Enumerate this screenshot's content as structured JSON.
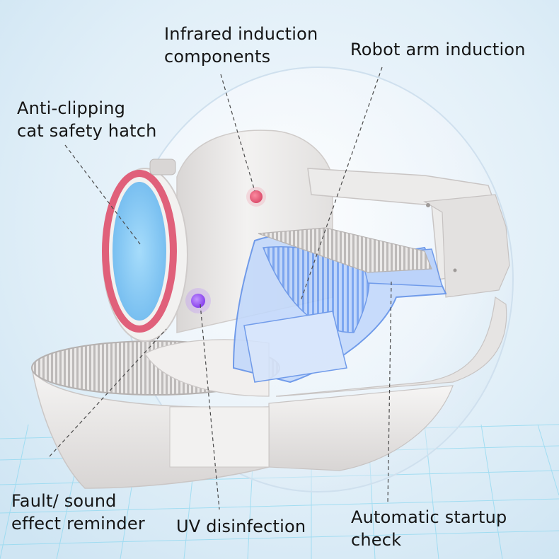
{
  "labels": {
    "infrared": {
      "line1": "Infrared induction",
      "line2": "components"
    },
    "robot_arm": {
      "line1": "Robot arm induction"
    },
    "safety_hatch": {
      "line1": "Anti-clipping",
      "line2": "cat safety hatch"
    },
    "fault_sound": {
      "line1": "Fault/ sound",
      "line2": "effect reminder"
    },
    "uv": {
      "line1": "UV disinfection"
    },
    "startup": {
      "line1": "Automatic startup",
      "line2": "check"
    }
  },
  "colors": {
    "background": "#dcedf7",
    "grid": "#7fd3ee",
    "shell": "#eeeceb",
    "hatch_ring": "#e0607a",
    "hatch_window": "#8fd0f5",
    "robot_arm": "#6f9ff2",
    "infrared_dot": "#e04a6a",
    "uv_dot": "#8a3df0"
  }
}
